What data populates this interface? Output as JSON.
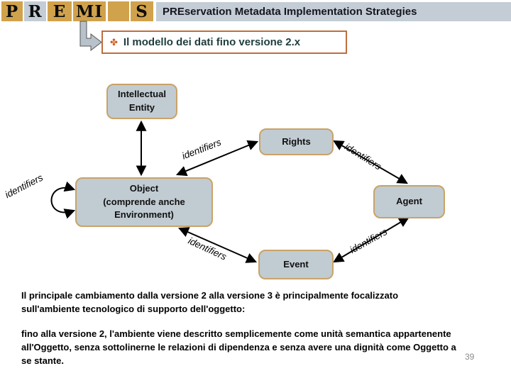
{
  "header": {
    "logo_tiles": [
      {
        "letter": "P",
        "bg": "gold"
      },
      {
        "letter": "R",
        "bg": "gray"
      },
      {
        "letter": "E",
        "bg": "gold"
      },
      {
        "letter": "MI",
        "bg": "gold"
      },
      {
        "letter": "",
        "bg": "gold"
      },
      {
        "letter": "S",
        "bg": "gold"
      }
    ],
    "banner_text": "PREservation Metadata Implementation Strategies"
  },
  "title": {
    "ornament": "✤",
    "text": "Il modello dei dati fino versione 2.x"
  },
  "diagram": {
    "nodes": [
      {
        "id": "intellectual-entity",
        "label": "Intellectual\nEntity"
      },
      {
        "id": "rights",
        "label": "Rights"
      },
      {
        "id": "object",
        "label": "Object\n(comprende anche\nEnvironment)"
      },
      {
        "id": "agent",
        "label": "Agent"
      },
      {
        "id": "event",
        "label": "Event"
      }
    ],
    "edge_label": "identifiers",
    "edges": [
      {
        "from": "intellectual-entity",
        "to": "object",
        "bidirectional": true
      },
      {
        "from": "object",
        "to": "rights",
        "bidirectional": true,
        "label": "identifiers"
      },
      {
        "from": "rights",
        "to": "agent",
        "bidirectional": true,
        "label": "identifiers"
      },
      {
        "from": "object",
        "to": "event",
        "bidirectional": true,
        "label": "identifiers"
      },
      {
        "from": "event",
        "to": "agent",
        "bidirectional": true,
        "label": "identifiers"
      },
      {
        "from": "object",
        "to": "object",
        "self_loop": true,
        "label": "identifiers"
      }
    ]
  },
  "body": {
    "paragraph1": "Il principale cambiamento dalla versione 2 alla versione 3 è principalmente focalizzato sull'ambiente tecnologico di supporto dell'oggetto:",
    "paragraph2": "fino alla versione 2, l'ambiente viene descritto semplicemente come unità semantica appartenente all'Oggetto, senza sottolinerne le relazioni di dipendenza e senza avere una dignità come Oggetto a se stante.",
    "page_number": "39"
  },
  "colors": {
    "tile_gold": "#d1a24c",
    "tile_gray": "#c4cdd5",
    "banner_bg": "#c4cdd5",
    "node_fill": "#c1cbd2",
    "node_border": "#c9a368",
    "title_border": "#bf6e3e",
    "title_text": "#1e3d3d",
    "ornament": "#cf5b22",
    "page_number": "#8a8a8a"
  }
}
